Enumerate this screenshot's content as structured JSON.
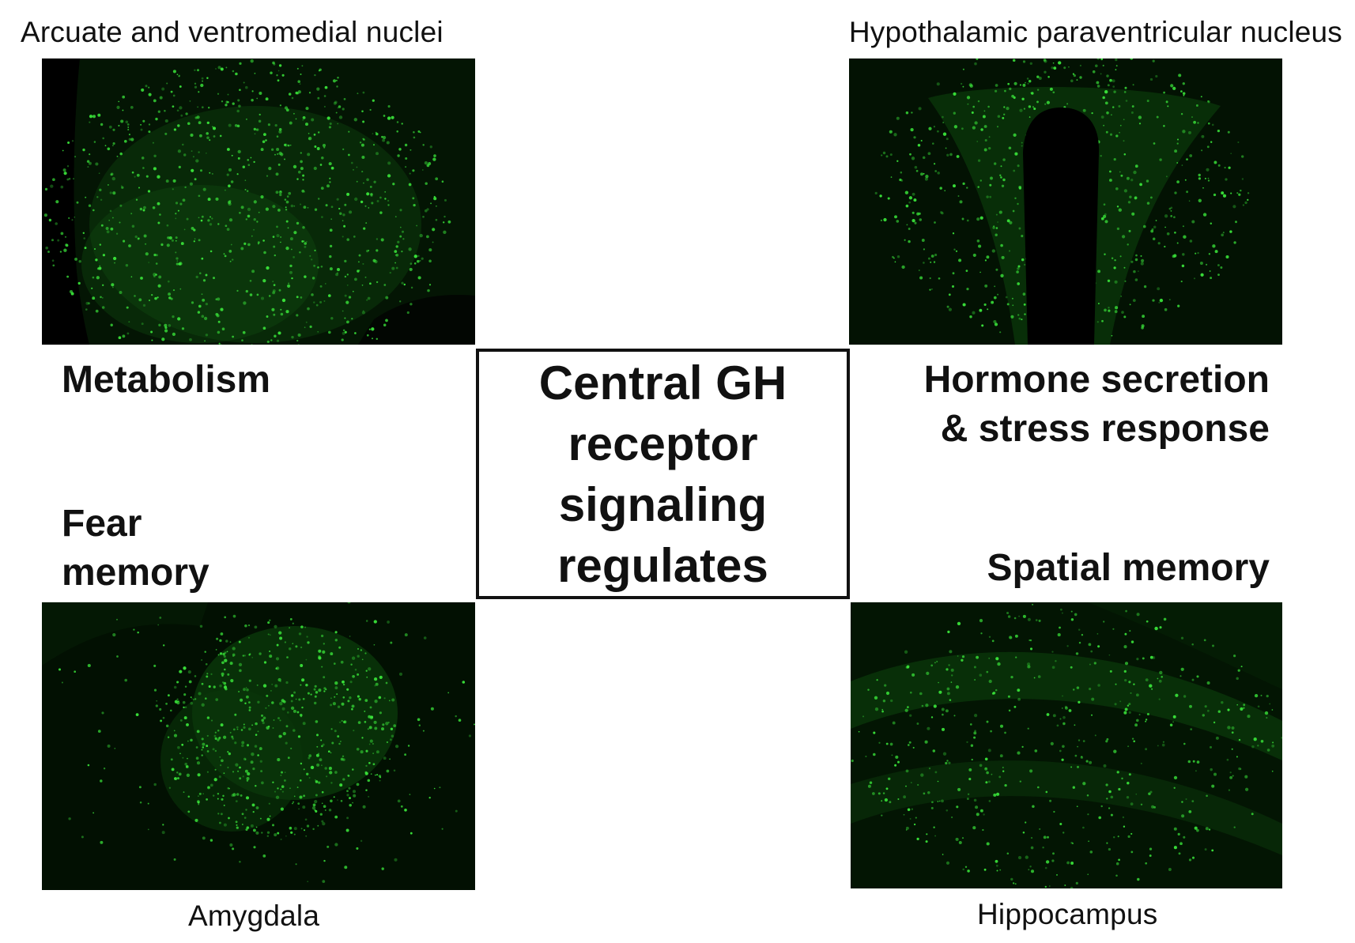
{
  "regions": {
    "top_left": "Arcuate and ventromedial nuclei",
    "top_right": "Hypothalamic paraventricular nucleus",
    "bottom_left": "Amygdala",
    "bottom_right": "Hippocampus"
  },
  "functions": {
    "metabolism": "Metabolism",
    "hormone_line1": "Hormone secretion",
    "hormone_line2": "& stress response",
    "fear_line1": "Fear",
    "fear_line2": "memory",
    "spatial": "Spatial memory"
  },
  "center": {
    "lines": [
      "Central GH",
      "receptor",
      "signaling",
      "regulates"
    ]
  },
  "colors": {
    "stain": "#3be83b",
    "tissue_background": "#030d03"
  }
}
